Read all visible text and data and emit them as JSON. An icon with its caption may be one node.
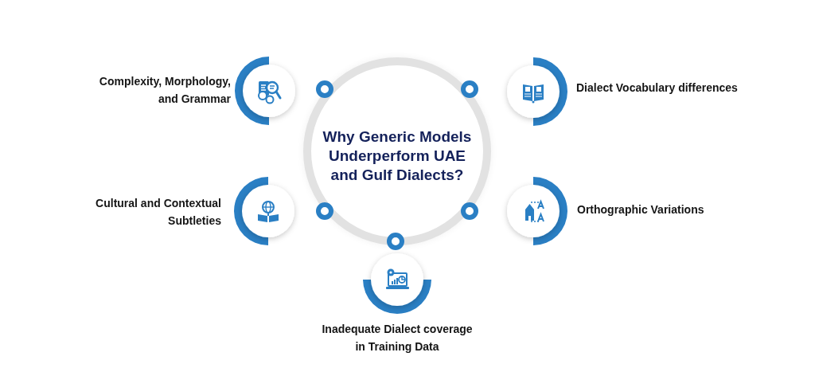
{
  "diagram": {
    "nodes": [
      {
        "text": [
          "Why Generic Models Underperform UAE and Gulf Dialects?"
        ]
      },
      {
        "text": [
          "Complexity, Morphology, and Grammar"
        ]
      },
      {
        "text": [
          "Dialect Vocabulary differences"
        ]
      },
      {
        "text": [
          "Cultural and Contextual Subtleties"
        ]
      },
      {
        "text": [
          "Orthographic Variations"
        ]
      },
      {
        "text": [
          "Inadequate Dialect coverage in Training Data"
        ]
      }
    ]
  }
}
